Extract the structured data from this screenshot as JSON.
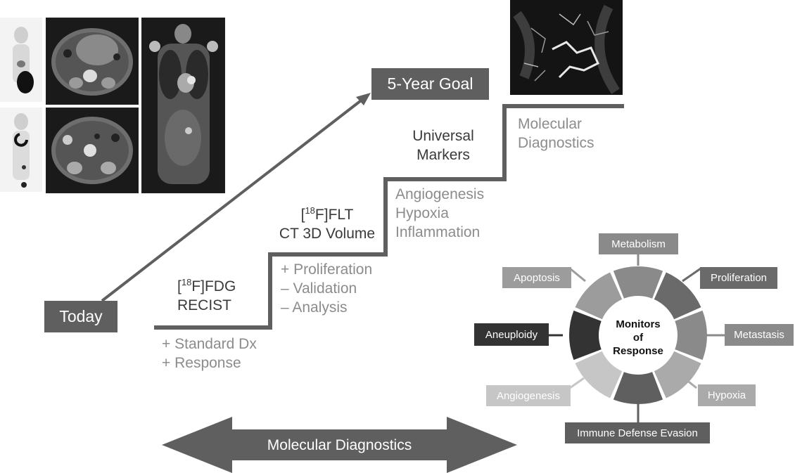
{
  "today_label": "Today",
  "goal_label": "5-Year Goal",
  "stage1": {
    "title_line1_pre": "[",
    "title_line1_sup": "18",
    "title_line1_post": "F]FDG",
    "title_line2": "RECIST",
    "items": [
      "+ Standard Dx",
      "+ Response"
    ]
  },
  "stage2": {
    "title_line1_pre": "[",
    "title_line1_sup": "18",
    "title_line1_post": "F]FLT",
    "title_line2": "CT 3D Volume",
    "items": [
      "+ Proliferation",
      "– Validation",
      "– Analysis"
    ]
  },
  "stage3": {
    "title_line1": "Universal",
    "title_line2": "Markers",
    "items": [
      "Angiogenesis",
      "Hypoxia",
      "Inflammation"
    ]
  },
  "stage4": {
    "items": [
      "Molecular",
      "Diagnostics"
    ]
  },
  "arrow_label": "Molecular Diagnostics",
  "wheel": {
    "center_line1": "Monitors",
    "center_line2": "of",
    "center_line3": "Response",
    "labels": {
      "metabolism": "Metabolism",
      "proliferation": "Proliferation",
      "metastasis": "Metastasis",
      "hypoxia": "Hypoxia",
      "immune": "Immune Defense Evasion",
      "angiogenesis": "Angiogenesis",
      "aneuploidy": "Aneuploidy",
      "apoptosis": "Apoptosis"
    }
  },
  "colors": {
    "dark_box": "#5f5f5f",
    "step_line": "#5f5f5f",
    "grey_text": "#8c8c8c"
  }
}
